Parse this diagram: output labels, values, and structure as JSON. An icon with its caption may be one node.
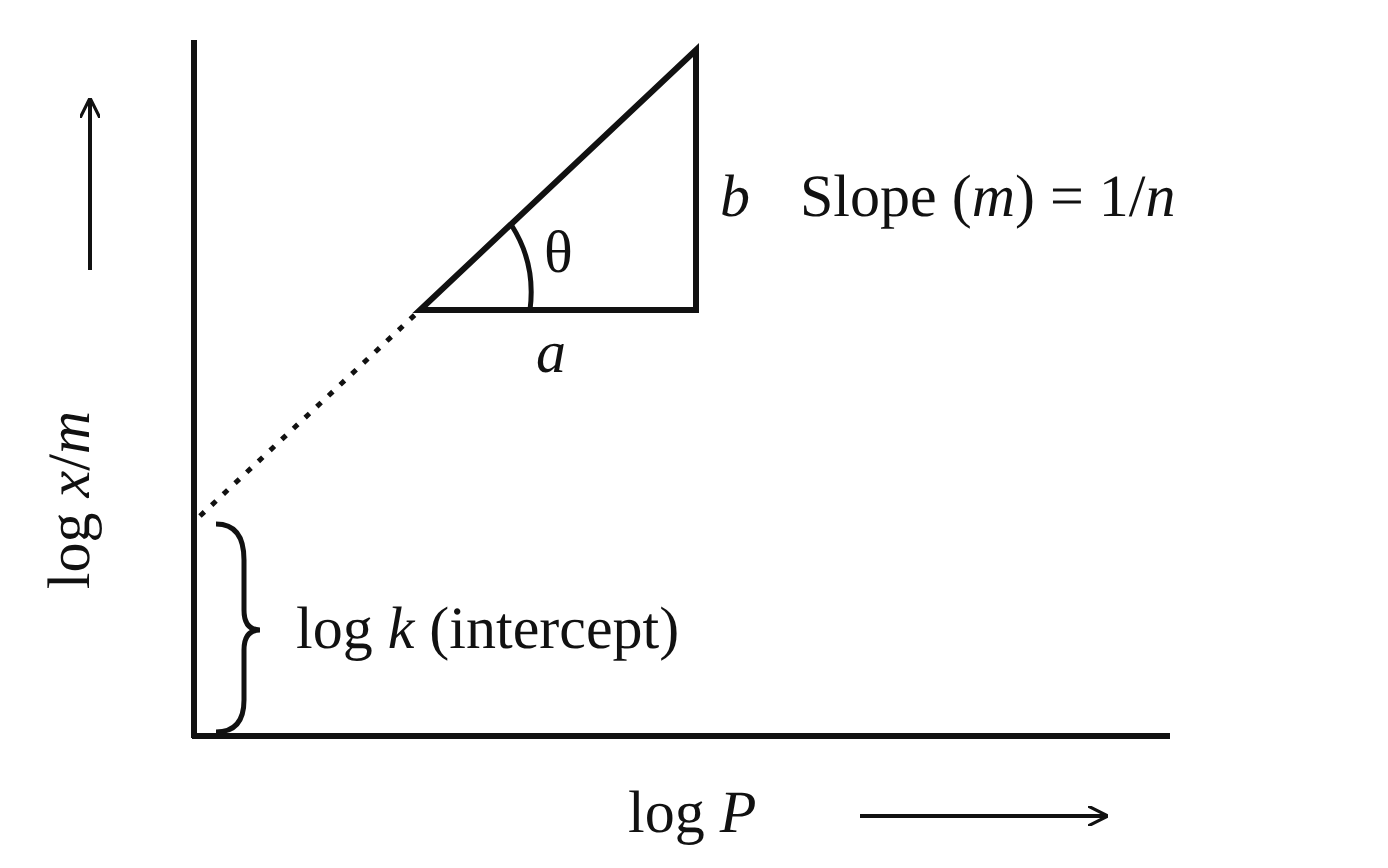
{
  "diagram": {
    "labels": [
      "*b*",
      "Slope (*m*) = 1/*n*",
      "θ",
      "log *x*/*m*",
      "*a*",
      "log *k* (intercept)",
      "log *P*"
    ]
  }
}
